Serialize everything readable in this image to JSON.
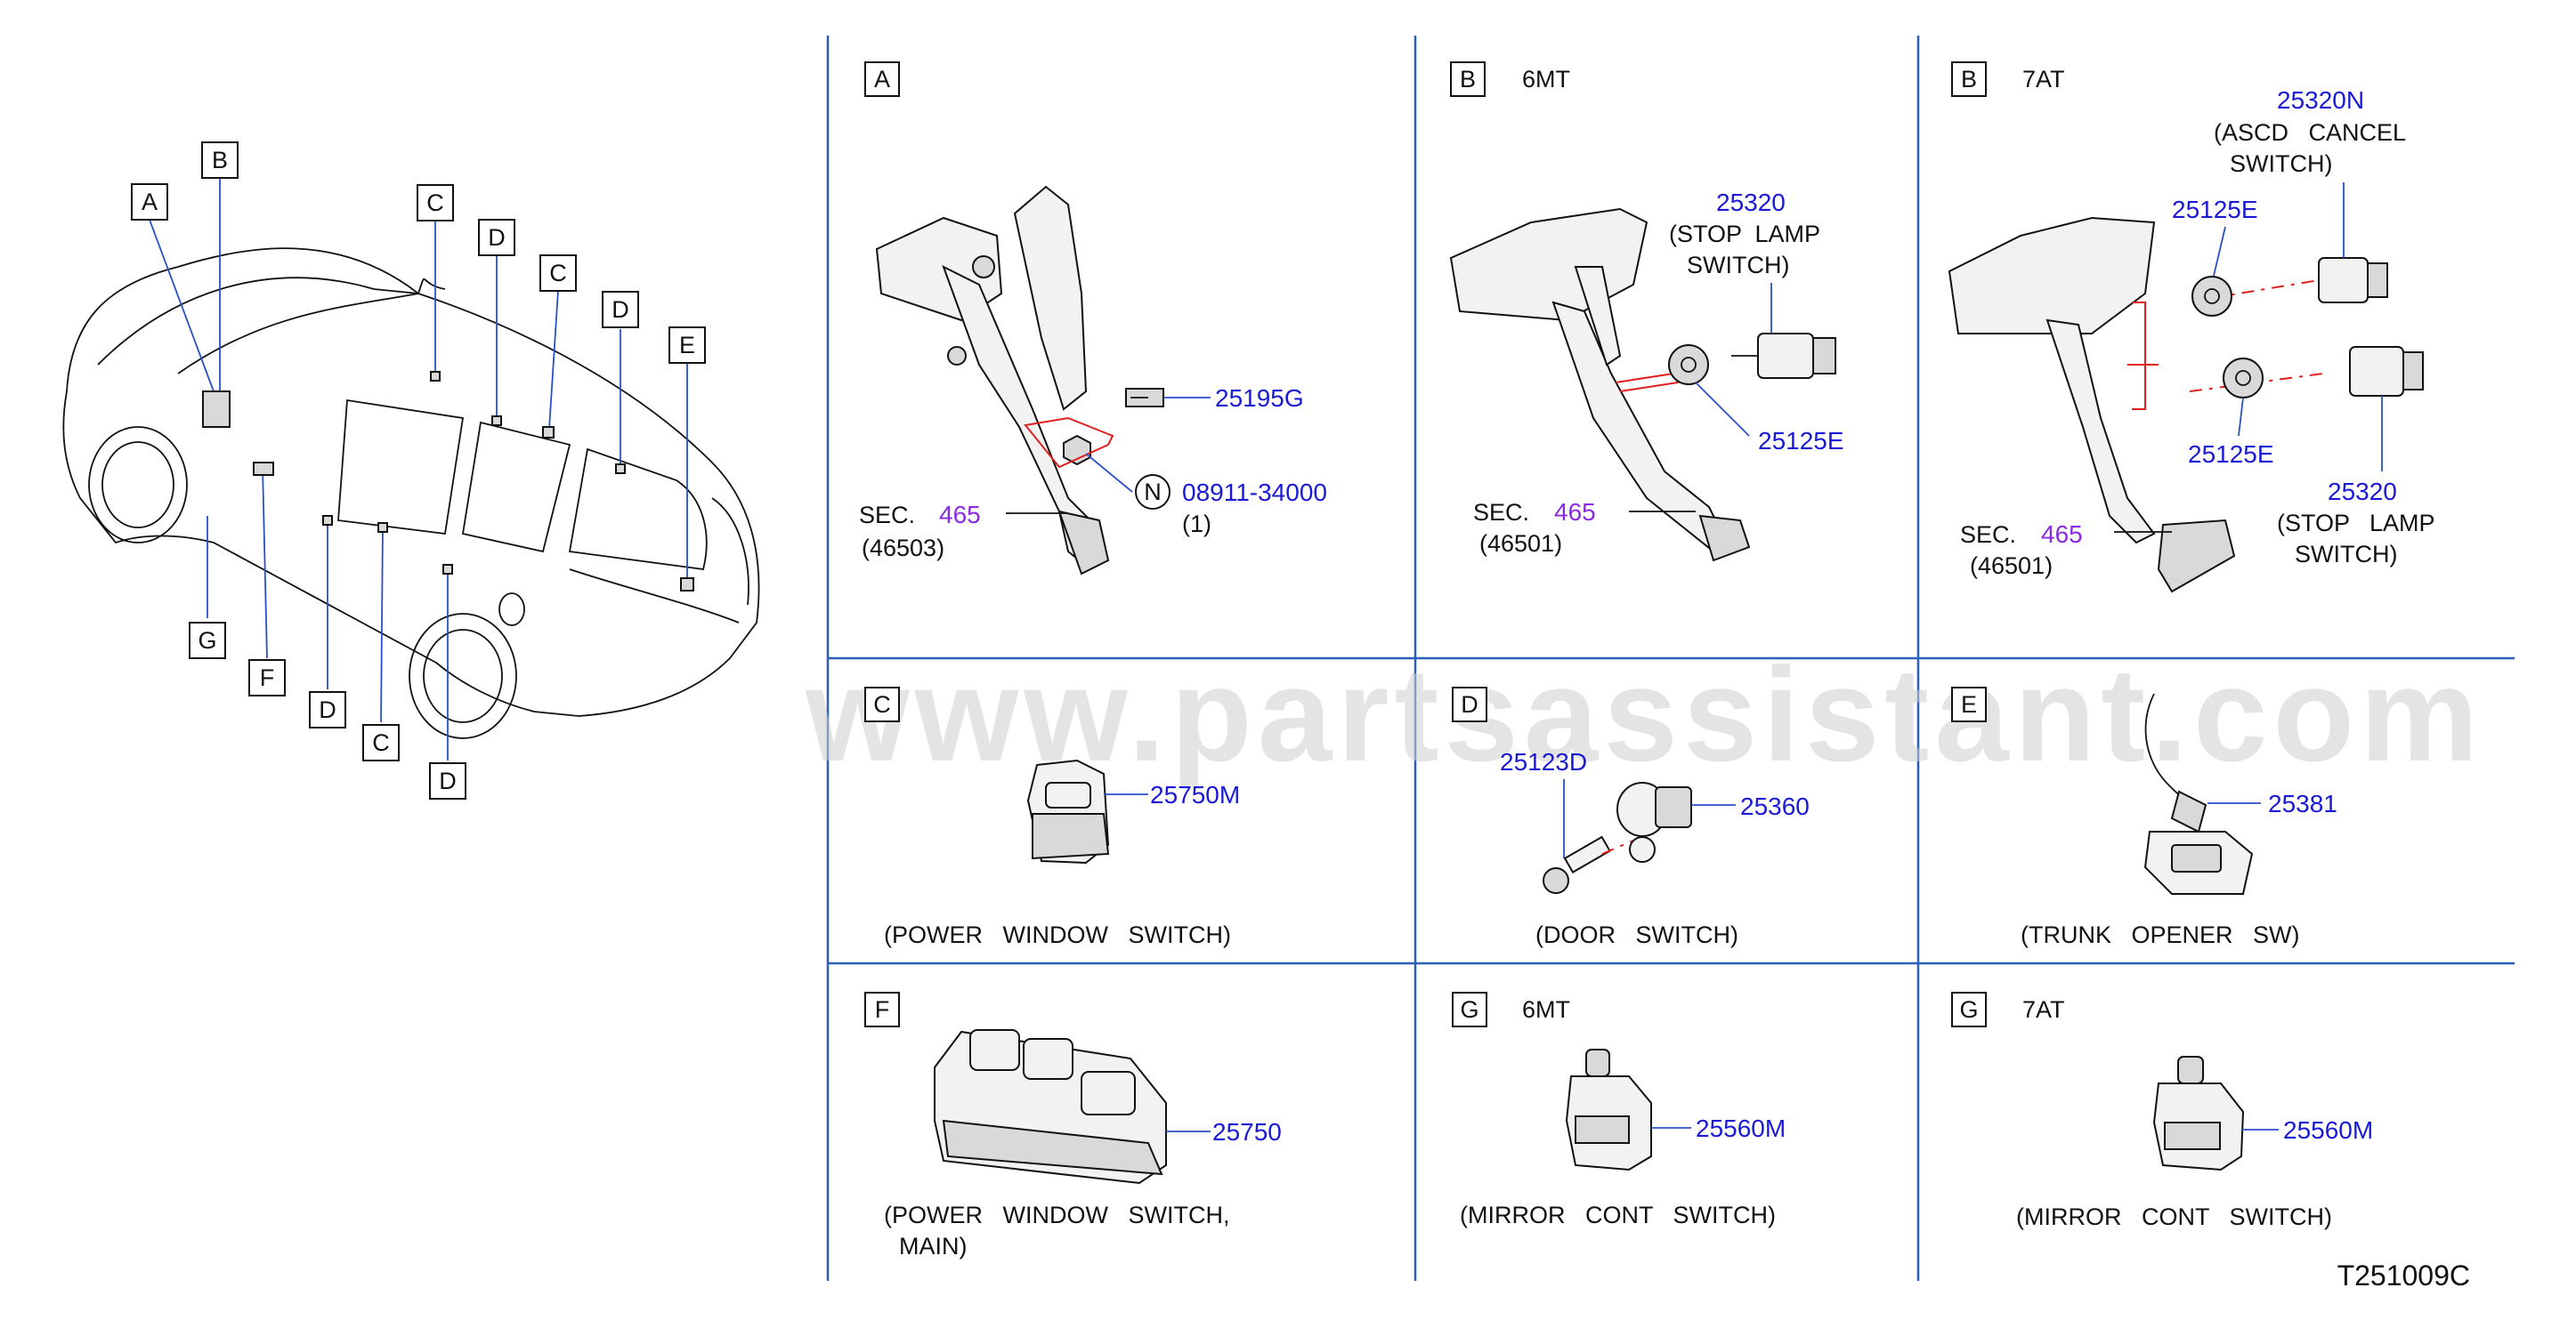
{
  "watermark": "www.partsassistant.com",
  "diagram_code": "T251009C",
  "overview": {
    "labels": [
      "A",
      "B",
      "C",
      "D",
      "C",
      "D",
      "E",
      "G",
      "F",
      "D",
      "C",
      "D"
    ]
  },
  "panels": {
    "A": {
      "letter": "A",
      "parts": [
        "25195G",
        "08911-34000"
      ],
      "qty": "(1)",
      "nut_marker": "N",
      "sec_label": "SEC.",
      "sec_num": "465",
      "sec_ref": "(46503)"
    },
    "B6": {
      "letter": "B",
      "variant": "6MT",
      "part1": "25320",
      "part1_desc": [
        "(STOP  LAMP",
        "SWITCH)"
      ],
      "part2": "25125E",
      "sec_label": "SEC.",
      "sec_num": "465",
      "sec_ref": "(46501)"
    },
    "B7": {
      "letter": "B",
      "variant": "7AT",
      "part1": "25320N",
      "part1_desc": [
        "(ASCD   CANCEL",
        "SWITCH)"
      ],
      "part2": "25125E",
      "part3": "25125E",
      "part4": "25320",
      "part4_desc": [
        "(STOP   LAMP",
        "SWITCH)"
      ],
      "sec_label": "SEC.",
      "sec_num": "465",
      "sec_ref": "(46501)"
    },
    "C": {
      "letter": "C",
      "part": "25750M",
      "caption": "(POWER   WINDOW   SWITCH)"
    },
    "D": {
      "letter": "D",
      "part1": "25123D",
      "part2": "25360",
      "caption": "(DOOR   SWITCH)"
    },
    "E": {
      "letter": "E",
      "part": "25381",
      "caption": "(TRUNK   OPENER   SW)"
    },
    "F": {
      "letter": "F",
      "part": "25750",
      "caption": [
        "(POWER   WINDOW   SWITCH,",
        "MAIN)"
      ]
    },
    "G6": {
      "letter": "G",
      "variant": "6MT",
      "part": "25560M",
      "caption": "(MIRROR   CONT   SWITCH)"
    },
    "G7": {
      "letter": "G",
      "variant": "7AT",
      "part": "25560M",
      "caption": "(MIRROR   CONT   SWITCH)"
    }
  }
}
